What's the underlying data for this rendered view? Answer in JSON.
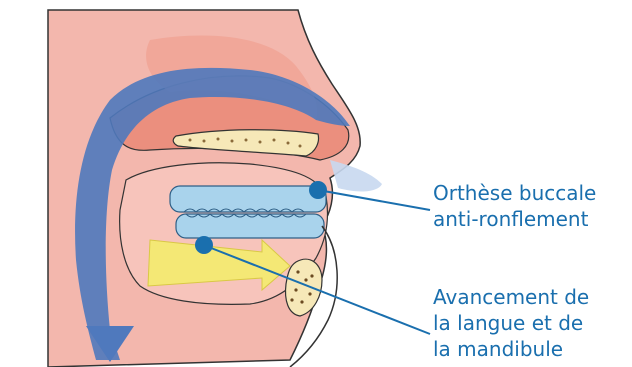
{
  "colors": {
    "label": "#1a6fae",
    "leader_line": "#1a6fae",
    "skin": "#f3b7ad",
    "skin_dark": "#e98978",
    "airway": "#4f79bd",
    "splint": "#a9d3ec",
    "arrow": "#f4e875",
    "bone": "#f6e8b8"
  },
  "labels": {
    "splint": {
      "line1": "Orthèse buccale",
      "line2": "anti-ronflement"
    },
    "advancement": {
      "line1": "Avancement de",
      "line2": "la langue et de",
      "line3": "la mandibule"
    }
  }
}
